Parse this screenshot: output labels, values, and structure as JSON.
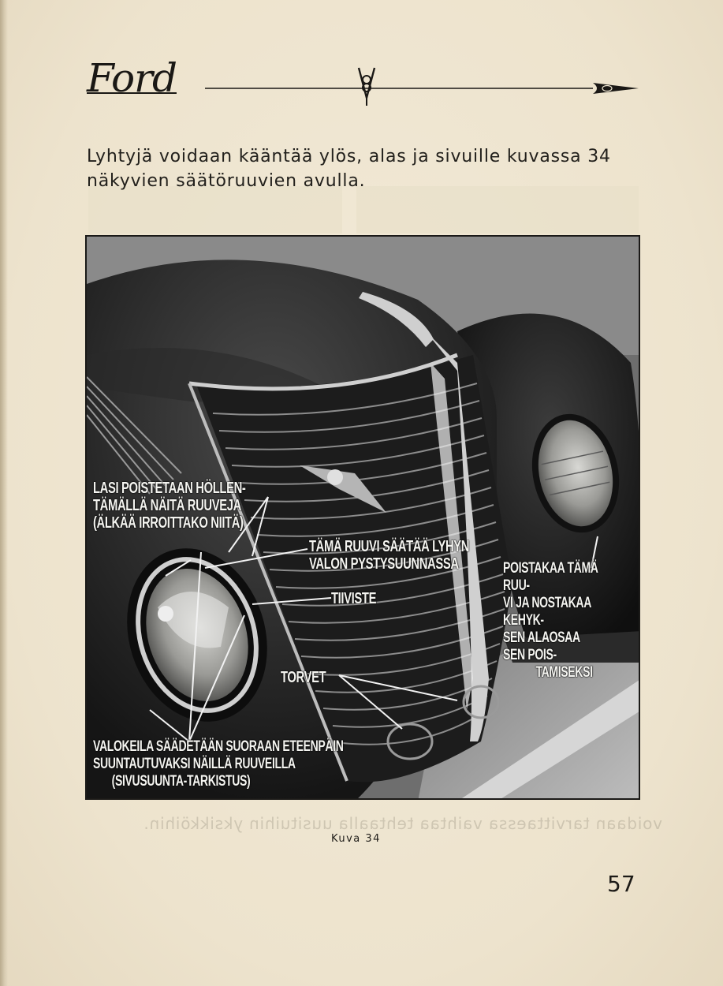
{
  "header": {
    "brand_logo": "Ford",
    "v8_emblem": "V8"
  },
  "body": {
    "paragraph_line1": "Lyhtyjä voidaan kääntää ylös, alas ja sivuille kuvassa 34",
    "paragraph_line2": "näkyvien säätöruuvien avulla."
  },
  "figure": {
    "labels": {
      "glass_removal": [
        "LASI POISTETAAN HÖLLEN-",
        "TÄMÄLLÄ NÄITÄ RUUVEJA",
        "(ÄLKÄÄ IRROITTAKO NIITÄ)"
      ],
      "short_beam": [
        "TÄMÄ RUUVI SÄÄTÄÄ LYHYN",
        "VALON PYSTYSUUNNASSA"
      ],
      "gasket": "TIIVISTE",
      "remove_screw": [
        "POISTAKAA TÄMÄ RUU-",
        "VI JA NOSTAKAA KEHYK-",
        "SEN ALAOSAA SEN POIS-",
        "TAMISEKSI"
      ],
      "horns": "TORVET",
      "beam_adjust": [
        "VALOKEILA SÄÄDETÄÄN SUORAAN ETEENPÄIN",
        "SUUNTAUTUVAKSI NÄILLÄ RUUVEILLA",
        "(SIVUSUUNTA-TARKISTUS)"
      ]
    },
    "caption": "Kuva 34"
  },
  "footer": {
    "page_number": "57",
    "bleed_through": "voidaan tarvittaessa vaihtaa tehtaalla uusituihin yksikköihin."
  }
}
